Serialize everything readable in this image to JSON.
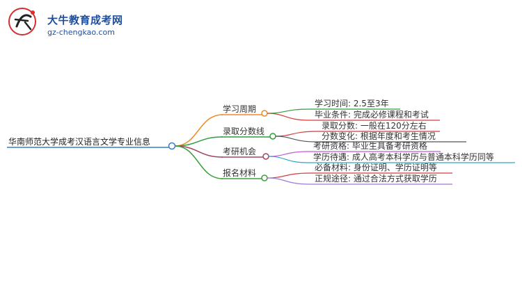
{
  "header": {
    "site_name": "大牛教育成考网",
    "site_url": "gz-chengkao.com",
    "logo_glyph": "大牛"
  },
  "colors": {
    "root": "#3a7cc2",
    "branch_1": "#f08a24",
    "branch_2": "#2e9e3a",
    "branch_3": "#a3455e",
    "branch_4": "#3aa03a",
    "leaf_1a": "#2e9e3a",
    "leaf_1b": "#d63b3b",
    "leaf_2a": "#d63b3b",
    "leaf_2b": "#555555",
    "leaf_3a": "#c05bd8",
    "leaf_3b": "#2aa7c9",
    "leaf_4a": "#d63b3b",
    "leaf_4b": "#a078d0"
  },
  "mindmap": {
    "root": "华南师范大学成考汉语言文学专业信息",
    "branches": [
      {
        "label": "学习周期",
        "leaves": [
          "学习时间: 2.5至3年",
          "毕业条件: 完成必修课程和考试"
        ]
      },
      {
        "label": "录取分数线",
        "leaves": [
          "录取分数: 一般在120分左右",
          "分数变化: 根据年度和考生情况"
        ]
      },
      {
        "label": "考研机会",
        "leaves": [
          "考研资格: 毕业生具备考研资格",
          "学历待遇: 成人高考本科学历与普通本科学历同等"
        ]
      },
      {
        "label": "报名材料",
        "leaves": [
          "必备材料: 身份证明、学历证明等",
          "正规途径: 通过合法方式获取学历"
        ]
      }
    ]
  }
}
